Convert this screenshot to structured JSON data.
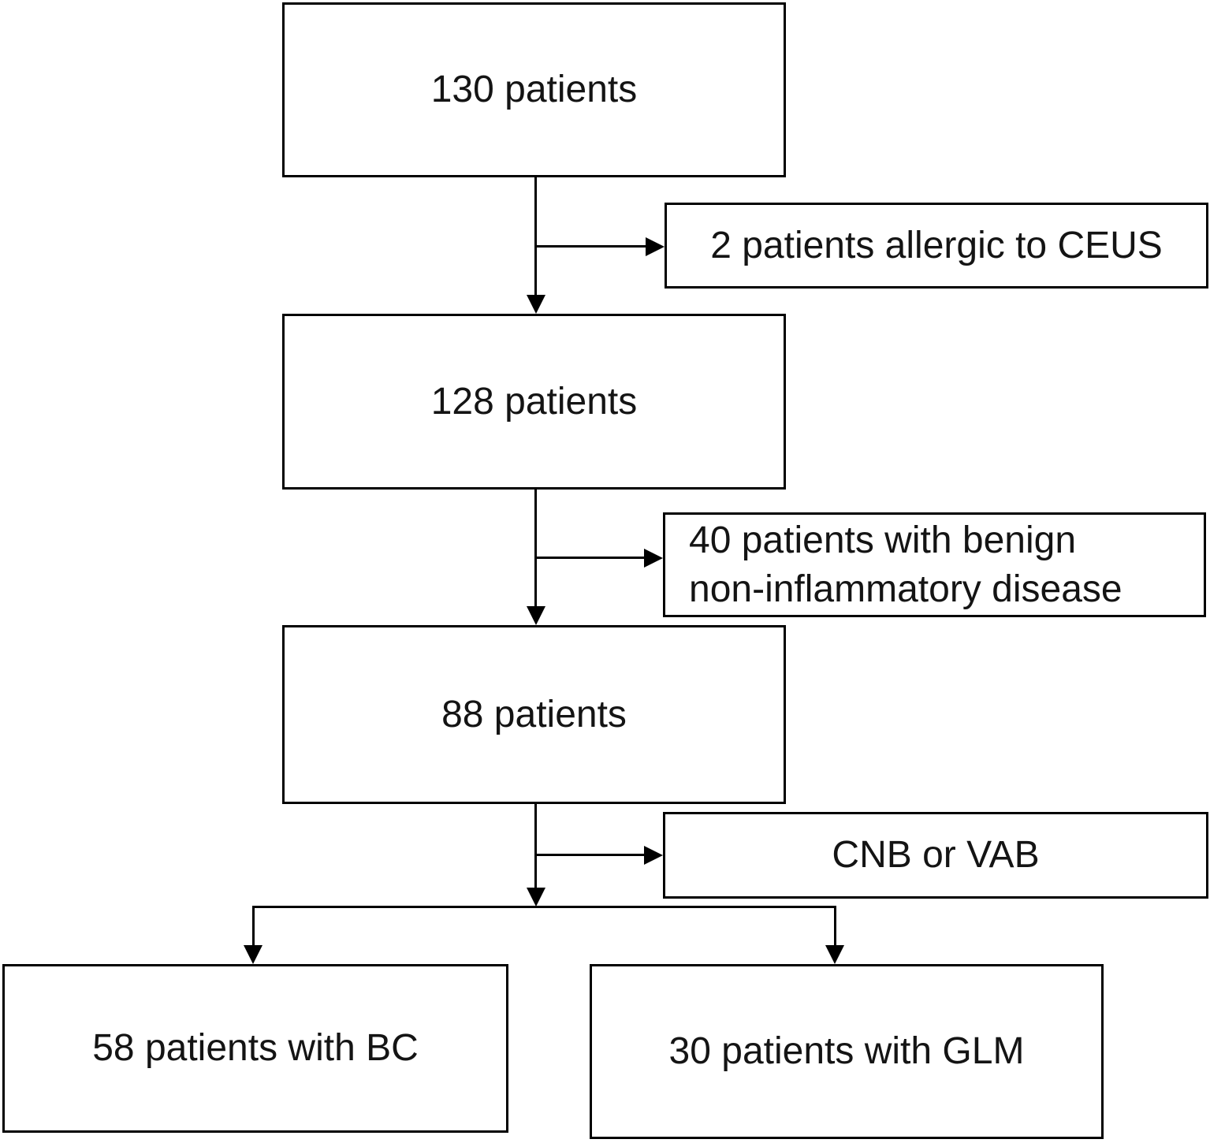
{
  "figure": {
    "type": "patient-flow-diagram",
    "background_color": "#ffffff",
    "line_color": "#000000",
    "text_color": "#141414"
  },
  "nodes": {
    "total": {
      "label": "130 patients"
    },
    "excluded_allergic": {
      "label": "2 patients allergic to CEUS"
    },
    "after_allergy_exclusion": {
      "label": "128 patients"
    },
    "excluded_benign": {
      "line1": "40 patients with benign",
      "line2": "non-inflammatory disease"
    },
    "after_benign_exclusion": {
      "label": "88 patients"
    },
    "biopsy": {
      "label": "CNB or VAB"
    },
    "outcome_bc": {
      "label": "58 patients with BC"
    },
    "outcome_glm": {
      "label": "30 patients with GLM"
    }
  }
}
